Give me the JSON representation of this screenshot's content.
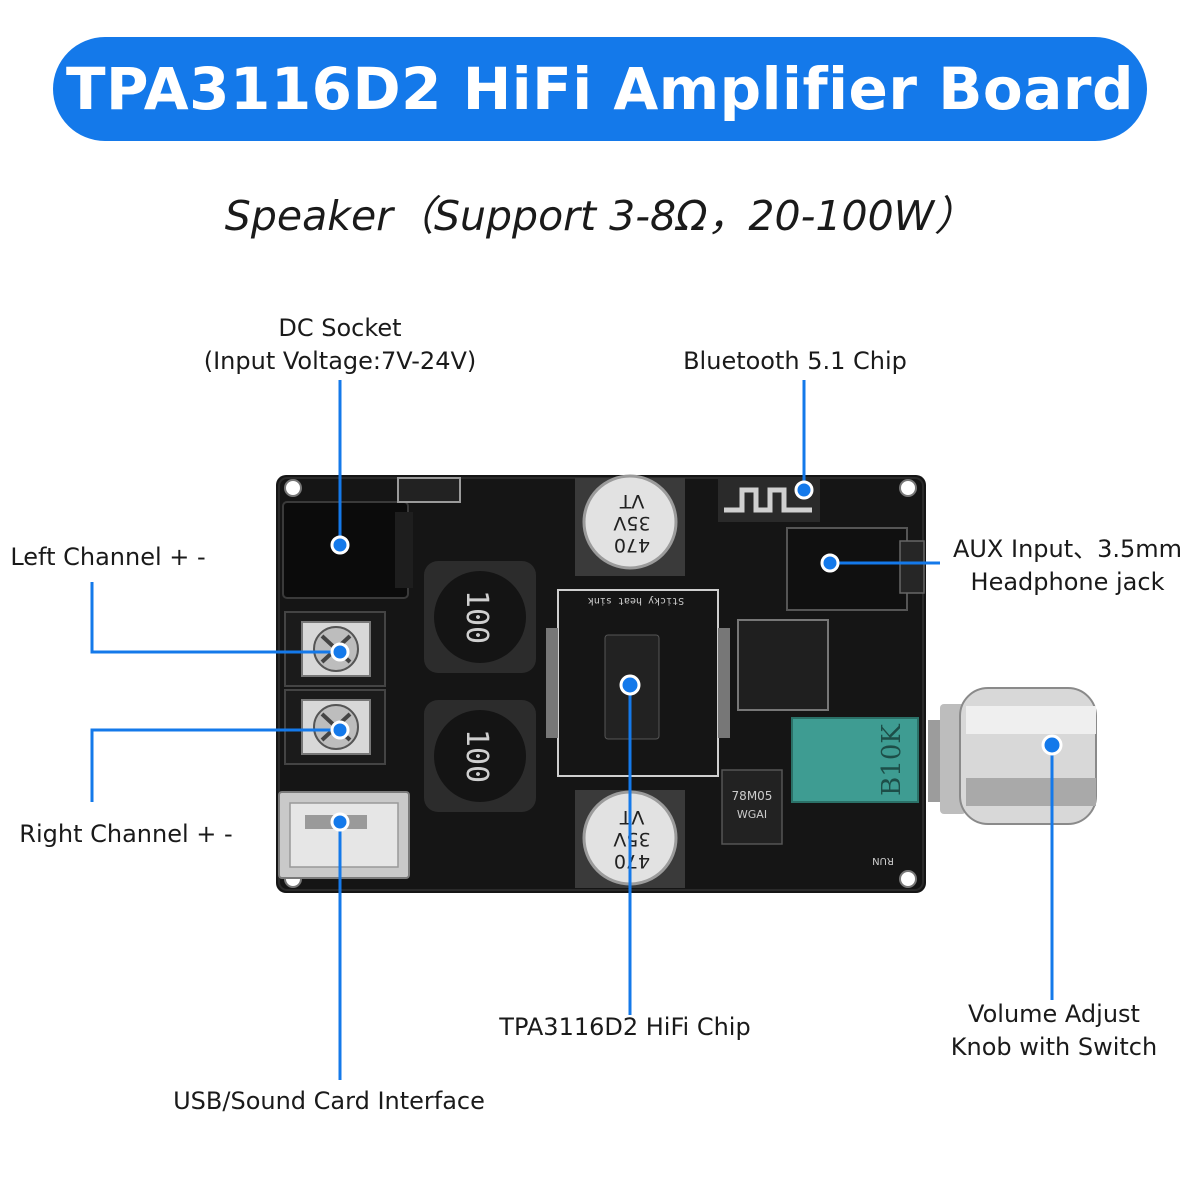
{
  "title": "TPA3116D2 HiFi Amplifier Board",
  "subtitle": "Speaker（Support 3-8Ω，20-100W）",
  "colors": {
    "accent": "#1479ea",
    "pcb": "#141414",
    "pot": "#3e9c92"
  },
  "callouts": {
    "dc_socket": {
      "line1": "DC Socket",
      "line2": "(Input Voltage:7V-24V)"
    },
    "bluetooth": {
      "line1": "Bluetooth 5.1 Chip"
    },
    "aux_input": {
      "line1": "AUX Input、3.5mm",
      "line2": "Headphone jack"
    },
    "left_channel": {
      "line1": "Left Channel + -"
    },
    "right_channel": {
      "line1": "Right Channel + -"
    },
    "hifi_chip": {
      "line1": "TPA3116D2 HiFi Chip"
    },
    "volume_knob": {
      "line1": "Volume Adjust",
      "line2": "Knob with Switch"
    },
    "usb_interface": {
      "line1": "USB/Sound Card Interface"
    }
  },
  "board_markings": {
    "inductor": "100",
    "capacitor_value": "470",
    "capacitor_voltage": "35V",
    "capacitor_series": "VT",
    "heat_sink": "Sticky heat sink",
    "potentiometer": "B10K",
    "regulator": "78M05",
    "regulator_sub": "WGAI",
    "led_label": "RUN"
  }
}
